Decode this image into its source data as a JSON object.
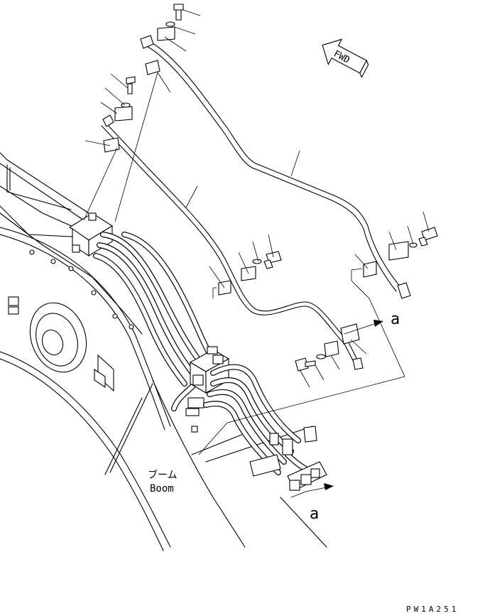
{
  "labels": {
    "fwd": "FWD",
    "boom_jp": "ブーム",
    "boom_en": "Boom",
    "view_a_top": "a",
    "view_a_bottom": "a",
    "drawing_code": "PW1A251"
  }
}
